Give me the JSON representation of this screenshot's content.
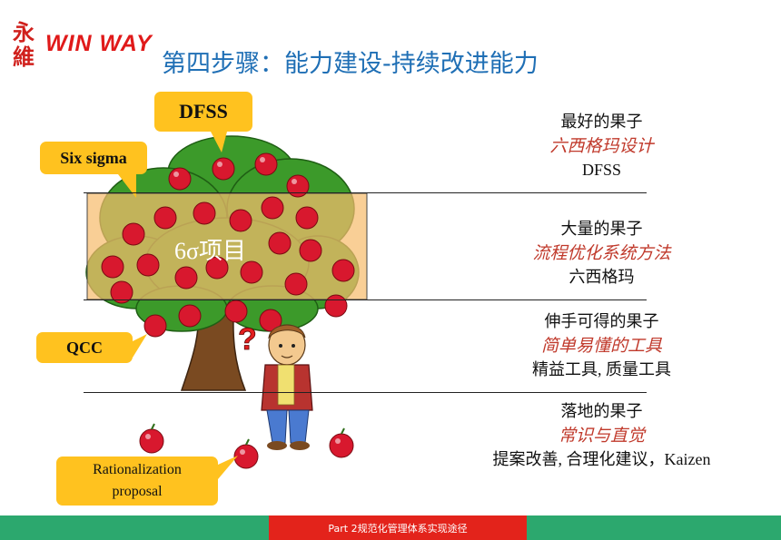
{
  "header": {
    "logo_chars": "永維",
    "logo_text": "WIN WAY",
    "title": "第四步骤：能力建设-持续改进能力"
  },
  "tags": {
    "dfss": "DFSS",
    "six_sigma": "Six sigma",
    "qcc": "QCC",
    "rationalization_line1": "Rationalization",
    "rationalization_line2": "proposal"
  },
  "project_label": "6σ项目",
  "levels": [
    {
      "fruit": "最好的果子",
      "method": "六西格玛设计",
      "tool": "DFSS"
    },
    {
      "fruit": "大量的果子",
      "method": "流程优化系统方法",
      "tool": "六西格玛"
    },
    {
      "fruit": "伸手可得的果子",
      "method": "简单易懂的工具",
      "tool": "精益工具, 质量工具"
    },
    {
      "fruit": "落地的果子",
      "method": "常识与直觉",
      "tool": "提案改善, 合理化建议，Kaizen"
    }
  ],
  "footer": {
    "label": "Part 2规范化管理体系实现途径"
  },
  "colors": {
    "title": "#1f6fb5",
    "tag": "#ffc21f",
    "method": "#c0392b",
    "footer_green": "#2ca86e",
    "footer_red": "#e3231b",
    "apple": "#d8182e",
    "foliage": "#3c9a2a",
    "band": "#f7bd6e"
  },
  "icons": [
    "logo-icon",
    "apple-icon",
    "tree-illustration",
    "boy-illustration",
    "question-mark-icon"
  ]
}
